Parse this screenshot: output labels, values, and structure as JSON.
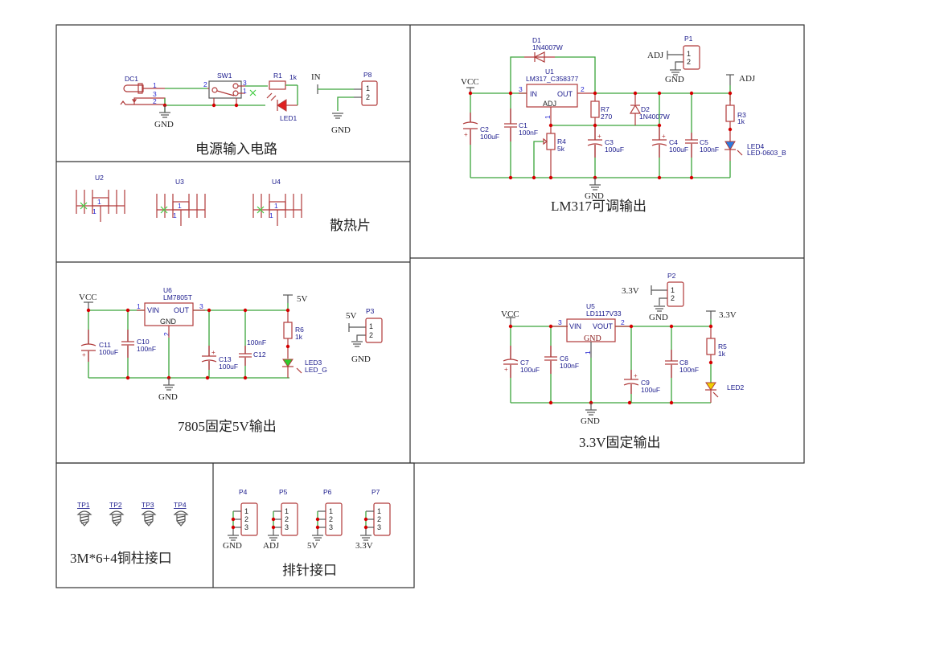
{
  "sections": {
    "power_input": {
      "title": "电源输入电路",
      "dc1": "DC1",
      "sw1": "SW1",
      "r1": "R1",
      "r1_val": "1k",
      "led1": "LED1",
      "p8": "P8",
      "in_net": "IN",
      "gnd": "GND",
      "pins": {
        "dc_1": "1",
        "dc_3": "3",
        "dc_2": "2",
        "sw_2": "2",
        "sw_3": "3",
        "sw_1": "1",
        "p_1": "1",
        "p_2": "2"
      }
    },
    "lm317": {
      "title": "LM317可调输出",
      "d1": "D1",
      "d1_val": "1N4007W",
      "u1": "U1",
      "u1_val": "LM317_C358377",
      "u1_in": "IN",
      "u1_out": "OUT",
      "u1_adj": "ADJ",
      "pin_in": "3",
      "pin_out": "2",
      "pin_adj": "1",
      "vcc": "VCC",
      "gnd": "GND",
      "adj": "ADJ",
      "c2": "C2",
      "c2_val": "100uF",
      "c1": "C1",
      "c1_val": "100nF",
      "r4": "R4",
      "r4_val": "5k",
      "r7": "R7",
      "r7_val": "270",
      "c3": "C3",
      "c3_val": "100uF",
      "d2": "D2",
      "d2_val": "1N4007W",
      "c4": "C4",
      "c4_val": "100uF",
      "c5": "C5",
      "c5_val": "100nF",
      "r3": "R3",
      "r3_val": "1k",
      "led4": "LED4",
      "led4_val": "LED-0603_B",
      "p1": "P1",
      "p1_adj": "ADJ",
      "p1_gnd": "GND",
      "p_1": "1",
      "p_2": "2"
    },
    "heatsink": {
      "title": "散热片",
      "u2": "U2",
      "u3": "U3",
      "u4": "U4",
      "pin": "1"
    },
    "lm7805": {
      "title": "7805固定5V输出",
      "u6": "U6",
      "u6_val": "LM7805T",
      "vin": "VIN",
      "out": "OUT",
      "gndpin": "GND",
      "pin_in": "1",
      "pin_out": "3",
      "pin_gnd": "2",
      "vcc": "VCC",
      "gnd": "GND",
      "v5": "5V",
      "c11": "C11",
      "c11_val": "100uF",
      "c10": "C10",
      "c10_val": "100nF",
      "c13": "C13",
      "c13_val": "100uF",
      "c12": "C12",
      "c12_val": "100nF",
      "r6": "R6",
      "r6_val": "1k",
      "led3": "LED3",
      "led3_val": "LED_G",
      "p3": "P3",
      "p3_5v": "5V",
      "p3_gnd": "GND",
      "p_1": "1",
      "p_2": "2"
    },
    "ld1117": {
      "title": "3.3V固定输出",
      "u5": "U5",
      "u5_val": "LD1117V33",
      "vin": "VIN",
      "vout": "VOUT",
      "gndpin": "GND",
      "pin_in": "3",
      "pin_out": "2",
      "pin_gnd": "1",
      "vcc": "VCC",
      "gnd": "GND",
      "v33": "3.3V",
      "c7": "C7",
      "c7_val": "100uF",
      "c6": "C6",
      "c6_val": "100nF",
      "c9": "C9",
      "c9_val": "100uF",
      "c8": "C8",
      "c8_val": "100nF",
      "r5": "R5",
      "r5_val": "1k",
      "led2": "LED2",
      "p2": "P2",
      "p2_33": "3.3V",
      "p2_gnd": "GND",
      "p_1": "1",
      "p_2": "2"
    },
    "standoffs": {
      "title": "3M*6+4铜柱接口",
      "tp": [
        "TP1",
        "TP2",
        "TP3",
        "TP4"
      ]
    },
    "headers": {
      "title": "排针接口",
      "items": [
        {
          "ref": "P4",
          "net": "GND"
        },
        {
          "ref": "P5",
          "net": "ADJ"
        },
        {
          "ref": "P6",
          "net": "5V"
        },
        {
          "ref": "P7",
          "net": "3.3V"
        }
      ],
      "pins": [
        "1",
        "2",
        "3"
      ]
    }
  },
  "colors": {
    "wire": "#3aa53a",
    "symbol": "#b03a3a",
    "junction": "#d40000",
    "refdes": "#1a1a8c",
    "led_blue": "#2a7be0",
    "led_green": "#2ecc2e",
    "led_yellow": "#f0d000",
    "led_red": "#e02020"
  }
}
